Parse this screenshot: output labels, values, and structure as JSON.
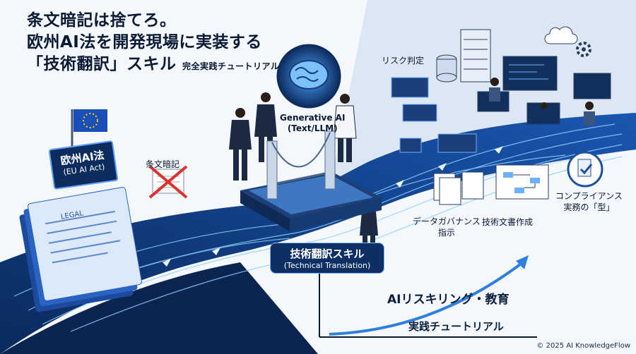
{
  "title": {
    "line1": "条文暗記は捨てろ。",
    "line2": "欧州AI法を開発現場に実装する",
    "line3": "「技術翻訳」スキル",
    "line3_sub": "完全実践チュートリアル"
  },
  "eu_sign": {
    "main": "欧州AI法",
    "sub": "(EU AI Act)"
  },
  "legal_doc_label": "LEGAL",
  "memorization_label": "条文暗記",
  "llm_label": {
    "line1": "Generative AI",
    "line2": "(Text/LLM)"
  },
  "risk_label": "リスク判定",
  "bridge_label": {
    "main": "技術翻訳スキル",
    "sub": "(Technical Translation)"
  },
  "data_gov_label": {
    "line1": "データガバナンス",
    "line2": "指示"
  },
  "tech_doc_label": "技術文書作成",
  "compliance_label": {
    "line1": "コンプライアンス",
    "line2": "実務の「型」"
  },
  "growth": {
    "label1": "AIリスキリング・教育",
    "label2": "実践チュートリアル"
  },
  "copyright": "© 2025 AI KnowledgeFlow",
  "colors": {
    "navy": "#0d2f63",
    "accent": "#2f7fe0",
    "light": "#7fb4ff"
  }
}
